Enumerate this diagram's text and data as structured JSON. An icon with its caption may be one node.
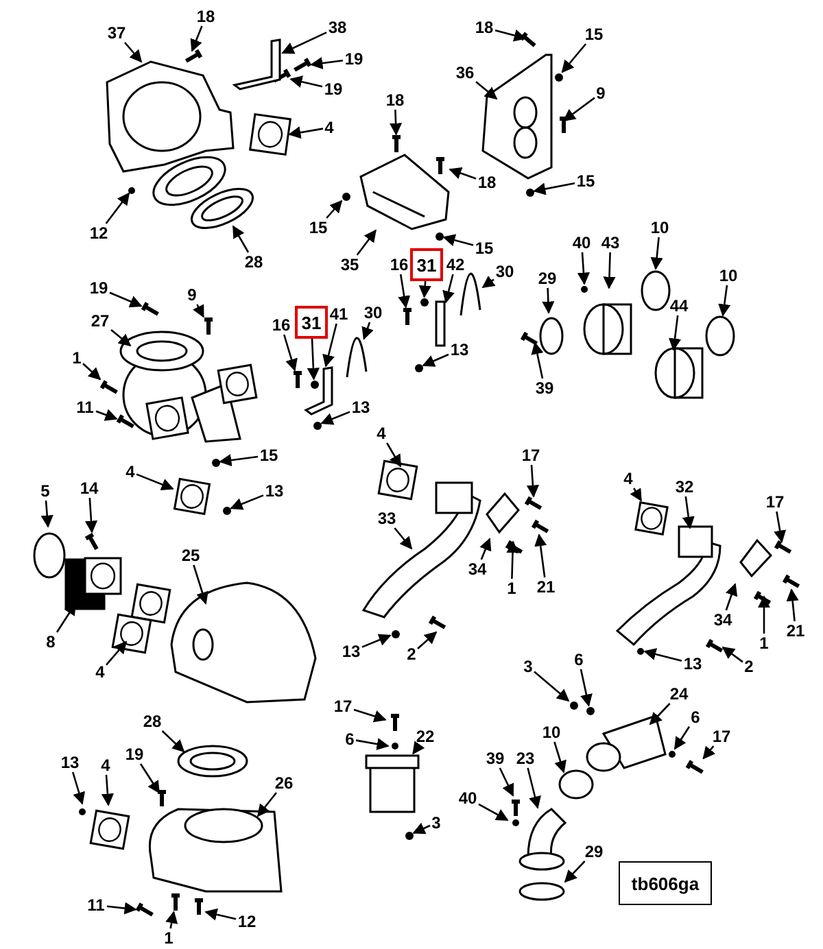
{
  "diagram": {
    "nodes": [
      {
        "text": [
          "18"
        ]
      },
      {
        "text": [
          "18"
        ]
      },
      {
        "text": [
          "38"
        ]
      },
      {
        "text": [
          "37"
        ]
      },
      {
        "text": [
          "15"
        ]
      },
      {
        "text": [
          "19"
        ]
      },
      {
        "text": [
          "36"
        ]
      },
      {
        "text": [
          "19"
        ]
      },
      {
        "text": [
          "9"
        ]
      },
      {
        "text": [
          "18"
        ]
      },
      {
        "text": [
          "4"
        ]
      },
      {
        "text": [
          "18"
        ]
      },
      {
        "text": [
          "15"
        ]
      },
      {
        "text": [
          "15"
        ]
      },
      {
        "text": [
          "10"
        ]
      },
      {
        "text": [
          "12"
        ]
      },
      {
        "text": [
          "40"
        ]
      },
      {
        "text": [
          "43"
        ]
      },
      {
        "text": [
          "15"
        ]
      },
      {
        "text": [
          "28"
        ]
      },
      {
        "text": [
          "35"
        ]
      },
      {
        "text": [
          "16"
        ]
      },
      {
        "text": [
          "31"
        ]
      },
      {
        "text": [
          "42"
        ]
      },
      {
        "text": [
          "30"
        ]
      },
      {
        "text": [
          "10"
        ]
      },
      {
        "text": [
          "29"
        ]
      },
      {
        "text": [
          "19"
        ]
      },
      {
        "text": [
          "9"
        ]
      },
      {
        "text": [
          "44"
        ]
      },
      {
        "text": [
          "30"
        ]
      },
      {
        "text": [
          "41"
        ]
      },
      {
        "text": [
          "31"
        ]
      },
      {
        "text": [
          "27"
        ]
      },
      {
        "text": [
          "16"
        ]
      },
      {
        "text": [
          "13"
        ]
      },
      {
        "text": [
          "1"
        ]
      },
      {
        "text": [
          "39"
        ]
      },
      {
        "text": [
          "11"
        ]
      },
      {
        "text": [
          "13"
        ]
      },
      {
        "text": [
          "4"
        ]
      },
      {
        "text": [
          "15"
        ]
      },
      {
        "text": [
          "17"
        ]
      },
      {
        "text": [
          "4"
        ]
      },
      {
        "text": [
          "4"
        ]
      },
      {
        "text": [
          "32"
        ]
      },
      {
        "text": [
          "14"
        ]
      },
      {
        "text": [
          "5"
        ]
      },
      {
        "text": [
          "13"
        ]
      },
      {
        "text": [
          "17"
        ]
      },
      {
        "text": [
          "33"
        ]
      },
      {
        "text": [
          "25"
        ]
      },
      {
        "text": [
          "34"
        ]
      },
      {
        "text": [
          "21"
        ]
      },
      {
        "text": [
          "1"
        ]
      },
      {
        "text": [
          "34"
        ]
      },
      {
        "text": [
          "21"
        ]
      },
      {
        "text": [
          "8"
        ]
      },
      {
        "text": [
          "1"
        ]
      },
      {
        "text": [
          "13"
        ]
      },
      {
        "text": [
          "2"
        ]
      },
      {
        "text": [
          "13"
        ]
      },
      {
        "text": [
          "3"
        ]
      },
      {
        "text": [
          "6"
        ]
      },
      {
        "text": [
          "2"
        ]
      },
      {
        "text": [
          "4"
        ]
      },
      {
        "text": [
          "24"
        ]
      },
      {
        "text": [
          "17"
        ]
      },
      {
        "text": [
          "6"
        ]
      },
      {
        "text": [
          "28"
        ]
      },
      {
        "text": [
          "10"
        ]
      },
      {
        "text": [
          "17"
        ]
      },
      {
        "text": [
          "22"
        ]
      },
      {
        "text": [
          "6"
        ]
      },
      {
        "text": [
          "39"
        ]
      },
      {
        "text": [
          "23"
        ]
      },
      {
        "text": [
          "19"
        ]
      },
      {
        "text": [
          "13"
        ]
      },
      {
        "text": [
          "4"
        ]
      },
      {
        "text": [
          "26"
        ]
      },
      {
        "text": [
          "40"
        ]
      },
      {
        "text": [
          "3"
        ]
      },
      {
        "text": [
          "29"
        ]
      },
      {
        "text": [
          "tb606ga"
        ]
      },
      {
        "text": [
          "11"
        ]
      },
      {
        "text": [
          "12"
        ]
      },
      {
        "text": [
          "1"
        ]
      },
      {
        "text": [],
        "shape": "circle"
      },
      {
        "text": [],
        "shape": "circle"
      },
      {
        "text": [],
        "shape": "circle"
      },
      {
        "text": [],
        "shape": "plate"
      },
      {
        "text": [],
        "shape": "circle"
      },
      {
        "text": [],
        "shape": "u-bolt"
      },
      {
        "text": [],
        "shape": "ring"
      },
      {
        "text": [],
        "shape": "bolt"
      },
      {
        "text": [],
        "shape": "bolt"
      },
      {
        "text": [],
        "shape": "u-bolt"
      },
      {
        "text": [],
        "shape": "bracket"
      },
      {
        "text": [],
        "shape": "circle"
      },
      {
        "text": [],
        "shape": "bolt"
      },
      {
        "text": [],
        "shape": "bolt"
      },
      {
        "text": [],
        "shape": "gasket"
      },
      {
        "text": [],
        "shape": "gasket"
      },
      {
        "text": [],
        "shape": "circle"
      },
      {
        "text": [],
        "shape": "circle"
      },
      {
        "text": [],
        "shape": "circle"
      },
      {
        "text": [],
        "shape": "bolt"
      },
      {
        "text": [],
        "shape": "bolt"
      },
      {
        "text": [],
        "shape": "box"
      },
      {
        "text": [],
        "shape": "circle"
      },
      {
        "text": [],
        "shape": "bolt"
      },
      {
        "text": [],
        "shape": "bolt"
      },
      {
        "text": [],
        "shape": "bolt"
      },
      {
        "text": [],
        "shape": "bolt"
      },
      {
        "text": [],
        "shape": "bolt"
      },
      {
        "text": [],
        "shape": "bar"
      },
      {
        "text": [],
        "shape": "bolt"
      },
      {
        "text": [],
        "shape": "circle"
      },
      {
        "text": [],
        "shape": "circle"
      },
      {
        "text": [],
        "shape": "bolt"
      },
      {
        "text": [],
        "shape": "bolt"
      },
      {
        "text": [],
        "shape": "circle"
      },
      {
        "text": [],
        "shape": "circle"
      },
      {
        "text": [],
        "shape": "circle"
      },
      {
        "text": [],
        "shape": "bracket"
      }
    ],
    "edges": [
      {
        "from": 0,
        "to": null,
        "arrow": "to"
      },
      {
        "from": 1,
        "to": null,
        "arrow": "to"
      },
      {
        "from": 2,
        "to": 124,
        "arrow": "to"
      },
      {
        "from": 3,
        "to": null,
        "arrow": "to"
      },
      {
        "from": 4,
        "to": 87,
        "arrow": "to"
      },
      {
        "from": 5,
        "to": 112,
        "arrow": "to"
      },
      {
        "from": 6,
        "to": null,
        "arrow": "to"
      },
      {
        "from": 7,
        "to": 120,
        "arrow": "to"
      },
      {
        "from": 8,
        "to": null,
        "arrow": "to"
      },
      {
        "from": 9,
        "to": 119,
        "arrow": "to"
      },
      {
        "from": 10,
        "to": null,
        "arrow": "to"
      },
      {
        "from": 11,
        "to": 113,
        "arrow": "to"
      },
      {
        "from": 12,
        "to": 88,
        "arrow": "to"
      },
      {
        "from": 13,
        "to": 121,
        "arrow": "to"
      },
      {
        "from": 14,
        "to": null,
        "arrow": "to"
      },
      {
        "from": 15,
        "to": null,
        "arrow": "to"
      },
      {
        "from": 16,
        "to": null,
        "arrow": "to"
      },
      {
        "from": 17,
        "to": null,
        "arrow": "to"
      },
      {
        "from": 18,
        "to": 89,
        "arrow": "to"
      },
      {
        "from": 19,
        "to": null,
        "arrow": "to"
      },
      {
        "from": 20,
        "to": 90,
        "arrow": "to"
      },
      {
        "from": 21,
        "to": 114,
        "arrow": "to"
      },
      {
        "from": 22,
        "to": 91,
        "arrow": "to"
      },
      {
        "from": 23,
        "to": 115,
        "arrow": "to"
      },
      {
        "from": 24,
        "to": 92,
        "arrow": "to"
      },
      {
        "from": 25,
        "to": 93,
        "arrow": "to"
      },
      {
        "from": 26,
        "to": null,
        "arrow": "to"
      },
      {
        "from": 27,
        "to": 94,
        "arrow": "to"
      },
      {
        "from": 28,
        "to": 95,
        "arrow": "to"
      },
      {
        "from": 29,
        "to": null,
        "arrow": "to"
      },
      {
        "from": 30,
        "to": 96,
        "arrow": "to"
      },
      {
        "from": 31,
        "to": 97,
        "arrow": "to"
      },
      {
        "from": 32,
        "to": 98,
        "arrow": "to"
      },
      {
        "from": 33,
        "to": null,
        "arrow": "to"
      },
      {
        "from": 34,
        "to": 116,
        "arrow": "to"
      },
      {
        "from": 35,
        "to": 122,
        "arrow": "to"
      },
      {
        "from": 36,
        "to": 99,
        "arrow": "to"
      },
      {
        "from": 37,
        "to": null,
        "arrow": "to"
      },
      {
        "from": 38,
        "to": 100,
        "arrow": "to"
      },
      {
        "from": 39,
        "to": 123,
        "arrow": "to"
      },
      {
        "from": 40,
        "to": null,
        "arrow": "to"
      },
      {
        "from": 41,
        "to": 117,
        "arrow": "to"
      },
      {
        "from": 42,
        "to": null,
        "arrow": "to"
      },
      {
        "from": 43,
        "to": 101,
        "arrow": "to"
      },
      {
        "from": 44,
        "to": 102,
        "arrow": "to"
      },
      {
        "from": 45,
        "to": null,
        "arrow": "to"
      },
      {
        "from": 46,
        "to": null,
        "arrow": "to"
      },
      {
        "from": 47,
        "to": null,
        "arrow": "to"
      },
      {
        "from": 48,
        "to": 118,
        "arrow": "to"
      },
      {
        "from": 49,
        "to": null,
        "arrow": "to"
      },
      {
        "from": 50,
        "to": null,
        "arrow": "to"
      },
      {
        "from": 51,
        "to": null,
        "arrow": "to"
      },
      {
        "from": 52,
        "to": null,
        "arrow": "to"
      },
      {
        "from": 53,
        "to": null,
        "arrow": "to"
      },
      {
        "from": 54,
        "to": null,
        "arrow": "to"
      },
      {
        "from": 55,
        "to": null,
        "arrow": "to"
      },
      {
        "from": 56,
        "to": null,
        "arrow": "to"
      },
      {
        "from": 57,
        "to": null,
        "arrow": "to"
      },
      {
        "from": 58,
        "to": null,
        "arrow": "to"
      },
      {
        "from": 59,
        "to": 103,
        "arrow": "to"
      },
      {
        "from": 60,
        "to": null,
        "arrow": "to"
      },
      {
        "from": 61,
        "to": null,
        "arrow": "to"
      },
      {
        "from": 62,
        "to": 104,
        "arrow": "to"
      },
      {
        "from": 63,
        "to": 105,
        "arrow": "to"
      },
      {
        "from": 64,
        "to": null,
        "arrow": "to"
      },
      {
        "from": 65,
        "to": null,
        "arrow": "to"
      },
      {
        "from": 66,
        "to": null,
        "arrow": "to"
      },
      {
        "from": 67,
        "to": 106,
        "arrow": "to"
      },
      {
        "from": 68,
        "to": null,
        "arrow": "to"
      },
      {
        "from": 69,
        "to": null,
        "arrow": "to"
      },
      {
        "from": 70,
        "to": null,
        "arrow": "to"
      },
      {
        "from": 71,
        "to": 107,
        "arrow": "to"
      },
      {
        "from": 72,
        "to": 108,
        "arrow": "to"
      },
      {
        "from": 73,
        "to": null,
        "arrow": "to"
      },
      {
        "from": 74,
        "to": null,
        "arrow": "to"
      },
      {
        "from": 75,
        "to": null,
        "arrow": "to"
      },
      {
        "from": 76,
        "to": null,
        "arrow": "to"
      },
      {
        "from": 77,
        "to": null,
        "arrow": "to"
      },
      {
        "from": 78,
        "to": null,
        "arrow": "to"
      },
      {
        "from": 79,
        "to": null,
        "arrow": "to"
      },
      {
        "from": 80,
        "to": null,
        "arrow": "to"
      },
      {
        "from": 81,
        "to": 109,
        "arrow": "to"
      },
      {
        "from": 82,
        "to": null,
        "arrow": "to"
      },
      {
        "from": 84,
        "to": 110,
        "arrow": "to"
      },
      {
        "from": 85,
        "to": null,
        "arrow": "to"
      },
      {
        "from": 86,
        "to": 111,
        "arrow": "to"
      }
    ]
  }
}
